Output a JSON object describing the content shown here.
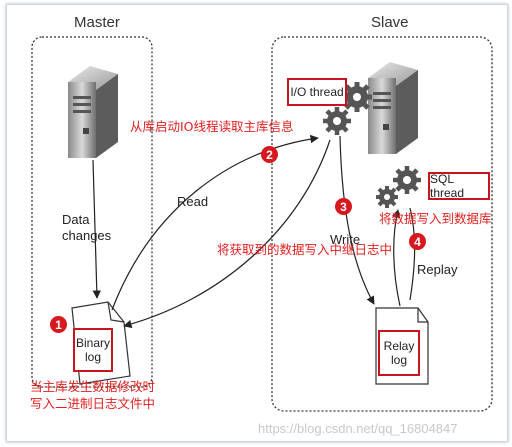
{
  "master": {
    "title": "Master"
  },
  "slave": {
    "title": "Slave"
  },
  "labels": {
    "data_changes_line1": "Data",
    "data_changes_line2": "changes",
    "read": "Read",
    "write": "Write",
    "replay": "Replay"
  },
  "boxes": {
    "io_thread": "I/O thread",
    "sql_thread": "SQL thread",
    "binary_log_line1": "Binary",
    "binary_log_line2": "log",
    "relay_log_line1": "Relay",
    "relay_log_line2": "log"
  },
  "annotations": {
    "io_start": "从库启动IO线程读取主库信息",
    "write_relay": "将获取到的数据写入中继日志中",
    "sql_write": "将数据写入到数据库",
    "master_change_line1": "当主库发生数据修改时",
    "master_change_line2": "写入二进制日志文件中"
  },
  "badges": [
    "1",
    "2",
    "3",
    "4"
  ],
  "watermark": "https://blog.csdn.net/qq_16804847",
  "colors": {
    "accent_red": "#d7181f",
    "text_red": "#e02020"
  }
}
